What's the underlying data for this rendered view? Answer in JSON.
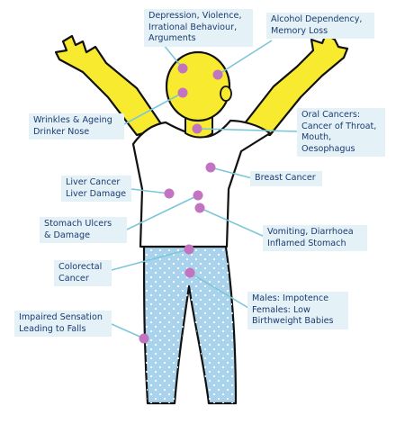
{
  "colors": {
    "skin": "#f8ea2e",
    "shirt": "#ffffff",
    "trousers": "#a9d3ec",
    "trouser_dots": "#ffffff",
    "outline": "#111111",
    "marker": "#c374c1",
    "leader_line": "#7cc6d9",
    "label_background": "#e4f1f6",
    "label_text": "#1b3b72"
  },
  "labels": {
    "brain": "Depression, Violence,\nIrrational Behaviour,\nArguments",
    "memory": "Alcohol Dependency,\nMemory Loss",
    "skin": "Wrinkles & Ageing\nDrinker Nose",
    "oral": "Oral Cancers:\nCancer of Throat,\nMouth,\nOesophagus",
    "breast": "Breast Cancer",
    "liver": "Liver Cancer\nLiver Damage",
    "stomach_ulcers": "Stomach Ulcers\n& Damage",
    "vomiting": "Vomiting, Diarrhoea\nInflamed Stomach",
    "colorectal": "Colorectal\nCancer",
    "reproductive": "Males: Impotence\nFemales: Low\nBirthweight Babies",
    "sensation": "Impaired Sensation\nLeading to Falls"
  }
}
